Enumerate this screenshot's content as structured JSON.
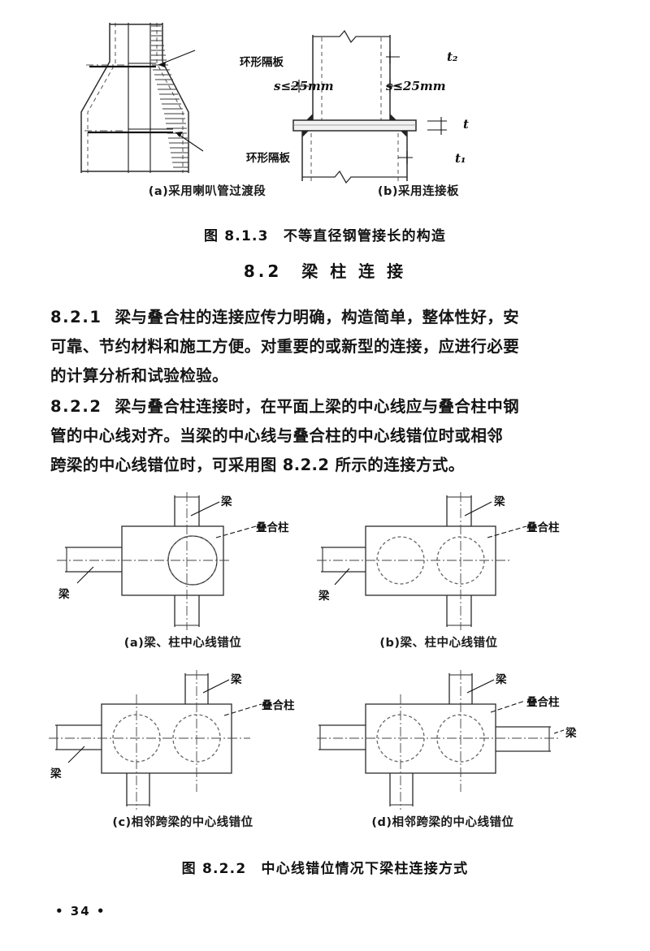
{
  "document": {
    "page_number": "• 34 •",
    "language": "zh-CN"
  },
  "figure_813": {
    "sub_a": {
      "caption": "(a)采用喇叭管过渡段",
      "annotations": [
        {
          "text": "环形隔板",
          "position": "upper-right"
        },
        {
          "text": "环形隔板",
          "position": "lower-right"
        }
      ]
    },
    "sub_b": {
      "caption": "(b)采用连接板",
      "annotations": [
        {
          "text": "s≤25mm",
          "symbol": "s",
          "relation": "≤",
          "value": "25mm"
        },
        {
          "text": "t₂",
          "symbol": "t",
          "subscript": "2"
        },
        {
          "text": "t",
          "symbol": "t",
          "subscript": ""
        },
        {
          "text": "t₁",
          "symbol": "t",
          "subscript": "1"
        }
      ]
    },
    "title": "图 8.1.3　不等直径钢管接长的构造"
  },
  "section": {
    "number": "8.2",
    "title": "梁 柱 连 接",
    "heading_full": "8.2　梁 柱 连 接"
  },
  "clauses": [
    {
      "number": "8.2.1",
      "lines": [
        "梁与叠合柱的连接应传力明确，构造简单，整体性好，安",
        "可靠、节约材料和施工方便。对重要的或新型的连接，应进行必要",
        "的计算分析和试验检验。"
      ],
      "text": "梁与叠合柱的连接应传力明确，构造简单，整体性好，安全可靠、节约材料和施工方便。对重要的或新型的连接，应进行必要的计算分析和试验检验。"
    },
    {
      "number": "8.2.2",
      "lines": [
        "梁与叠合柱连接时，在平面上梁的中心线应与叠合柱中钢",
        "管的中心线对齐。当梁的中心线与叠合柱的中心线错位时或相邻",
        "跨梁的中心线错位时，可采用图 8.2.2 所示的连接方式。"
      ],
      "text": "梁与叠合柱连接时，在平面上梁的中心线应与叠合柱中钢管的中心线对齐。当梁的中心线与叠合柱的中心线错位时或相邻跨梁的中心线错位时，可采用图 8.2.2 所示的连接方式。"
    }
  ],
  "figure_822": {
    "title": "图 8.2.2　中心线错位情况下梁柱连接方式",
    "panels": [
      {
        "id": "a",
        "caption": "(a)梁、柱中心线错位",
        "circles": 1,
        "labels": {
          "beam_top": "梁",
          "beam_left": "梁",
          "column": "叠合柱"
        }
      },
      {
        "id": "b",
        "caption": "(b)梁、柱中心线错位",
        "circles": 2,
        "labels": {
          "beam_top": "梁",
          "beam_left": "梁",
          "column": "叠合柱"
        }
      },
      {
        "id": "c",
        "caption": "(c)相邻跨梁的中心线错位",
        "circles": 2,
        "labels": {
          "beam_top": "梁",
          "beam_left": "梁",
          "column": "叠合柱"
        }
      },
      {
        "id": "d",
        "caption": "(d)相邻跨梁的中心线错位",
        "circles": 2,
        "labels": {
          "beam_top": "梁",
          "beam_left": "梁",
          "beam_right": "梁",
          "column": "叠合柱"
        }
      }
    ]
  },
  "colors": {
    "ink": "#111111",
    "line": "#2b2b2b",
    "hatch": "#444444",
    "paper": "#ffffff"
  }
}
